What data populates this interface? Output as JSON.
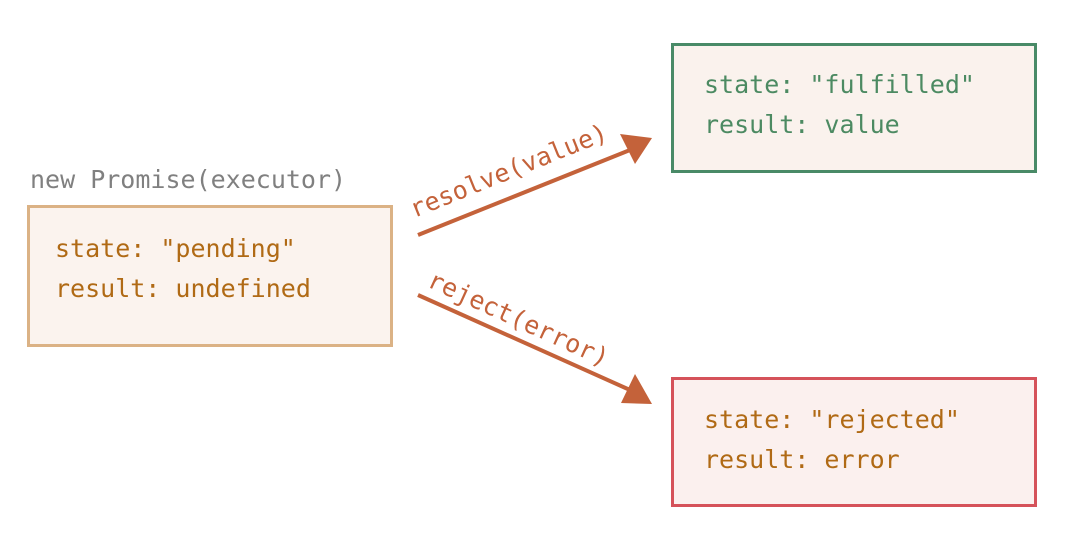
{
  "colors": {
    "caption": "#808080",
    "pending_border": "#dbb285",
    "pending_fill": "#fbf3ee",
    "pending_text": "#b06a15",
    "fulfilled_border": "#498a67",
    "fulfilled_fill": "#faf2ed",
    "fulfilled_text": "#4c8a62",
    "rejected_border": "#d5525a",
    "rejected_fill": "#fbf0ee",
    "rejected_text": "#b06a15",
    "arrow": "#c4623a"
  },
  "caption": "new Promise(executor)",
  "pending": {
    "state_line": "state: \"pending\"",
    "result_line": "result: undefined"
  },
  "fulfilled": {
    "state_line": "state: \"fulfilled\"",
    "result_line": "result: value"
  },
  "rejected": {
    "state_line": "state: \"rejected\"",
    "result_line": "result: error"
  },
  "arrows": {
    "resolve_label": "resolve(value)",
    "reject_label": "reject(error)"
  }
}
